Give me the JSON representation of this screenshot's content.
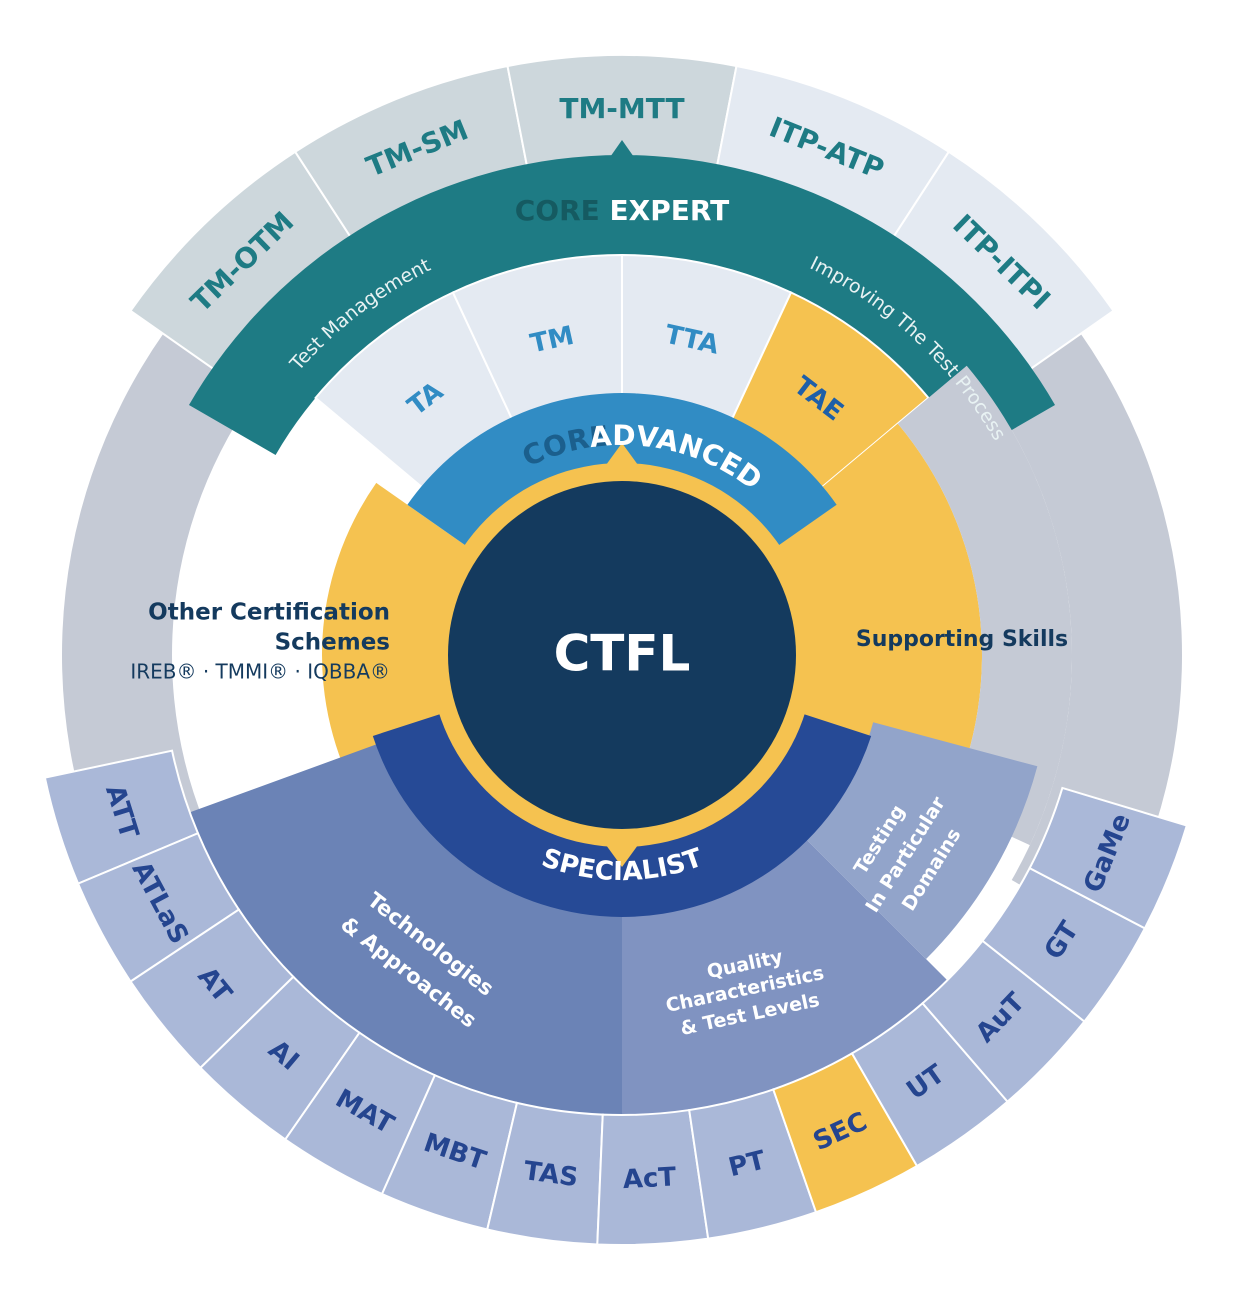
{
  "center": {
    "label": "CTFL"
  },
  "core_expert": {
    "prefix": "CORE",
    "title": "EXPERT",
    "left_subtitle": "Test Management",
    "right_subtitle": "Improving The Test Process",
    "modules": [
      "TM-OTM",
      "TM-SM",
      "TM-MTT",
      "ITP-ATP",
      "ITP-ITPI"
    ]
  },
  "core_advanced": {
    "prefix": "CORE",
    "title": "ADVANCED",
    "modules": [
      "TA",
      "TM",
      "TTA",
      "TAE"
    ]
  },
  "other_schemes": {
    "title_line1": "Other Certification",
    "title_line2": "Schemes",
    "schemes": "IREB® · TMMI® · IQBBA®"
  },
  "supporting_skills": {
    "label": "Supporting Skills"
  },
  "specialist": {
    "title": "SPECIALIST",
    "groups": {
      "tech": {
        "line1": "Technologies",
        "line2": "& Approaches"
      },
      "quality": {
        "line1": "Quality",
        "line2": "Characteristics",
        "line3": "& Test Levels"
      },
      "domains": {
        "line1": "Testing",
        "line2": "In Particular",
        "line3": "Domains"
      }
    },
    "modules": [
      "ATT",
      "ATLaS",
      "AT",
      "AI",
      "MAT",
      "MBT",
      "TAS",
      "AcT",
      "PT",
      "SEC",
      "UT",
      "AuT",
      "GT",
      "GaMe"
    ]
  },
  "colors": {
    "navy": "#143a5e",
    "teal": "#1e7b84",
    "blue": "#318cc4",
    "royal": "#264a96",
    "gold": "#f5c250",
    "grey": "#c5cad5",
    "pale_teal": "#cdd7dc",
    "pale_blue": "#e4eaf2",
    "tech_fill": "#6b83b6",
    "quality_fill": "#8093c1",
    "domain_fill": "#92a4ca",
    "module_fill": "#aab8d8",
    "module_text": "#25458f",
    "expert_text": "#1e7b84",
    "adv_text": "#318cc4"
  }
}
